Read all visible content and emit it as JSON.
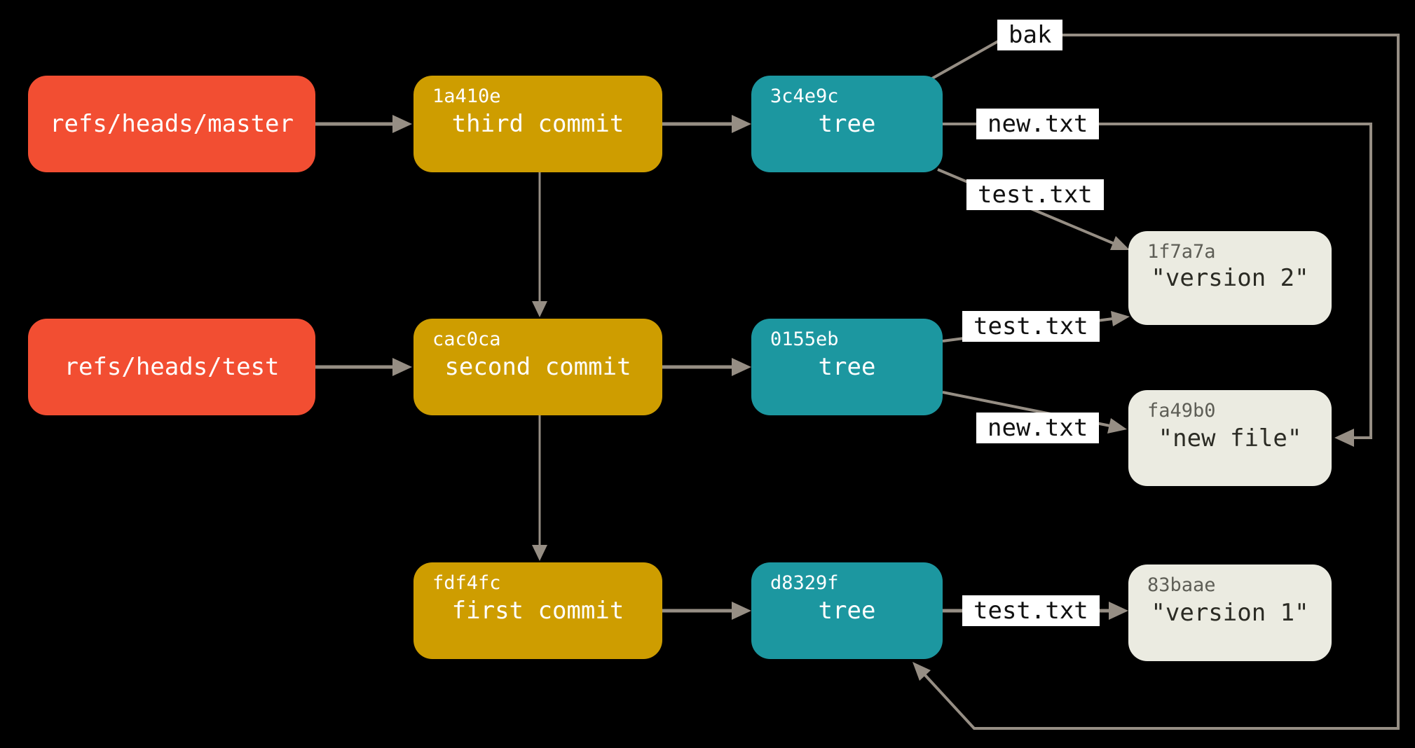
{
  "diagram": {
    "title_hint": "git object graph: refs, commits, trees, blobs",
    "refs": [
      {
        "label": "refs/heads/master"
      },
      {
        "label": "refs/heads/test"
      }
    ],
    "commits": [
      {
        "hash": "1a410e",
        "label": "third commit"
      },
      {
        "hash": "cac0ca",
        "label": "second commit"
      },
      {
        "hash": "fdf4fc",
        "label": "first commit"
      }
    ],
    "trees": [
      {
        "hash": "3c4e9c",
        "label": "tree"
      },
      {
        "hash": "0155eb",
        "label": "tree"
      },
      {
        "hash": "d8329f",
        "label": "tree"
      }
    ],
    "blobs": [
      {
        "hash": "1f7a7a",
        "content": "\"version 2\""
      },
      {
        "hash": "fa49b0",
        "content": "\"new file\""
      },
      {
        "hash": "83baae",
        "content": "\"version 1\""
      }
    ],
    "file_labels": [
      {
        "text": "bak"
      },
      {
        "text": "new.txt"
      },
      {
        "text": "test.txt"
      },
      {
        "text": "test.txt"
      },
      {
        "text": "new.txt"
      },
      {
        "text": "test.txt"
      }
    ],
    "edges": [
      {
        "from": "refs/heads/master",
        "to": "1a410e"
      },
      {
        "from": "refs/heads/test",
        "to": "cac0ca"
      },
      {
        "from": "1a410e",
        "to": "cac0ca",
        "kind": "parent"
      },
      {
        "from": "cac0ca",
        "to": "fdf4fc",
        "kind": "parent"
      },
      {
        "from": "1a410e",
        "to": "3c4e9c"
      },
      {
        "from": "cac0ca",
        "to": "0155eb"
      },
      {
        "from": "fdf4fc",
        "to": "d8329f"
      },
      {
        "from": "3c4e9c",
        "via": "bak",
        "to": "d8329f"
      },
      {
        "from": "3c4e9c",
        "via": "new.txt",
        "to": "fa49b0"
      },
      {
        "from": "3c4e9c",
        "via": "test.txt",
        "to": "1f7a7a"
      },
      {
        "from": "0155eb",
        "via": "test.txt",
        "to": "1f7a7a"
      },
      {
        "from": "0155eb",
        "via": "new.txt",
        "to": "fa49b0"
      },
      {
        "from": "d8329f",
        "via": "test.txt",
        "to": "83baae"
      }
    ],
    "colors": {
      "background": "#000000",
      "ref_box": "#F24E32",
      "commit_box": "#CE9D00",
      "tree_box": "#1C97A0",
      "blob_box": "#EBEBE1",
      "arrow": "#968E84",
      "file_label_bg": "#FFFFFF",
      "file_label_text": "#111111",
      "blob_hash_text": "#5E5E56",
      "blob_content_text": "#2B2B24",
      "box_text": "#FFFFFF"
    }
  }
}
